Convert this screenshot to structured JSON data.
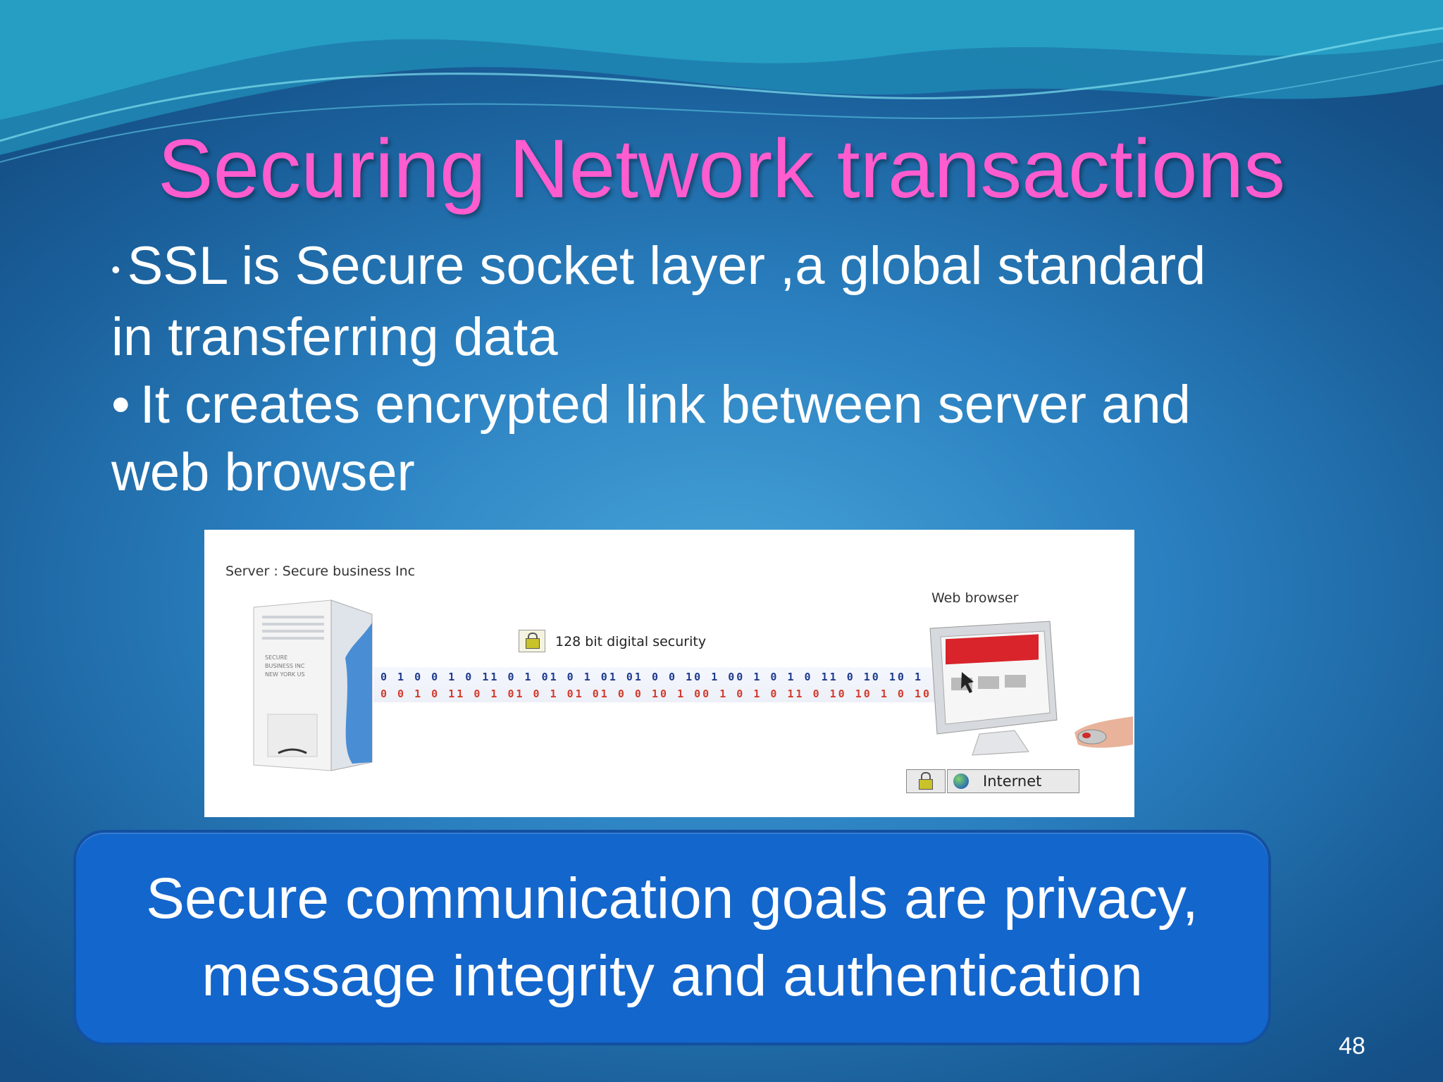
{
  "slide": {
    "title": "Securing Network transactions",
    "bullets": [
      {
        "line1": "SSL  is Secure socket layer  ,a global standard",
        "line2": "in  transferring data"
      },
      {
        "line1": "It creates  encrypted link between server and",
        "line2": "web browser"
      }
    ],
    "bullet_glyph": "•",
    "figure": {
      "server_label": "Server : Secure business Inc",
      "server_plate": [
        "SECURE",
        "BUSINESS INC",
        "NEW YORK US"
      ],
      "browser_label": "Web browser",
      "security_label": "128 bit digital security",
      "binary_row1": "0 1 0 0 1 0 11 0 1 01 0 1 01 01 0 0 10 1 00 1 0 1 0 11 0 10 10 1",
      "binary_row2": "0 0 1 0 11 0 1 01 0 1 01 01 0 0 10 1 00 1 0 1 0 11 0 10 10 1 0 10",
      "internet_label": "Internet",
      "icons": [
        "lock-icon",
        "server-tower-icon",
        "monitor-icon",
        "mouse-icon",
        "globe-icon"
      ]
    },
    "goal_text": "Secure communication goals  are privacy, message integrity and authentication",
    "page_number": "48",
    "colors": {
      "title": "#ff5ccf",
      "goal_box": "#1366cc",
      "text": "#ffffff"
    }
  }
}
